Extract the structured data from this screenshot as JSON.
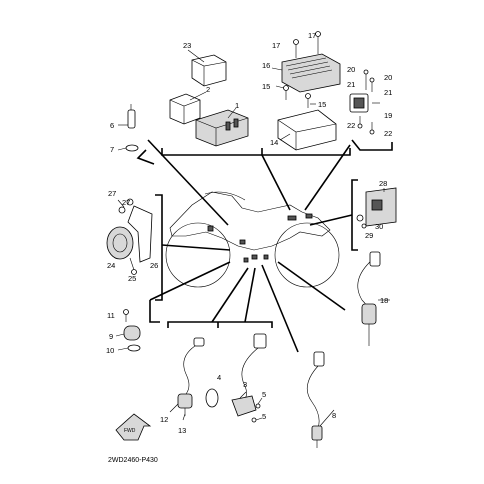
{
  "diagram_code": "2WD2460-P430",
  "direction_marker": "FWD",
  "part_labels": [
    "1",
    "2",
    "3",
    "4",
    "5",
    "5",
    "6",
    "7",
    "8",
    "9",
    "10",
    "11",
    "12",
    "13",
    "14",
    "15",
    "15",
    "16",
    "17",
    "17",
    "18",
    "19",
    "20",
    "20",
    "21",
    "21",
    "22",
    "22",
    "23",
    "24",
    "25",
    "26",
    "27",
    "27",
    "28",
    "29",
    "30"
  ]
}
